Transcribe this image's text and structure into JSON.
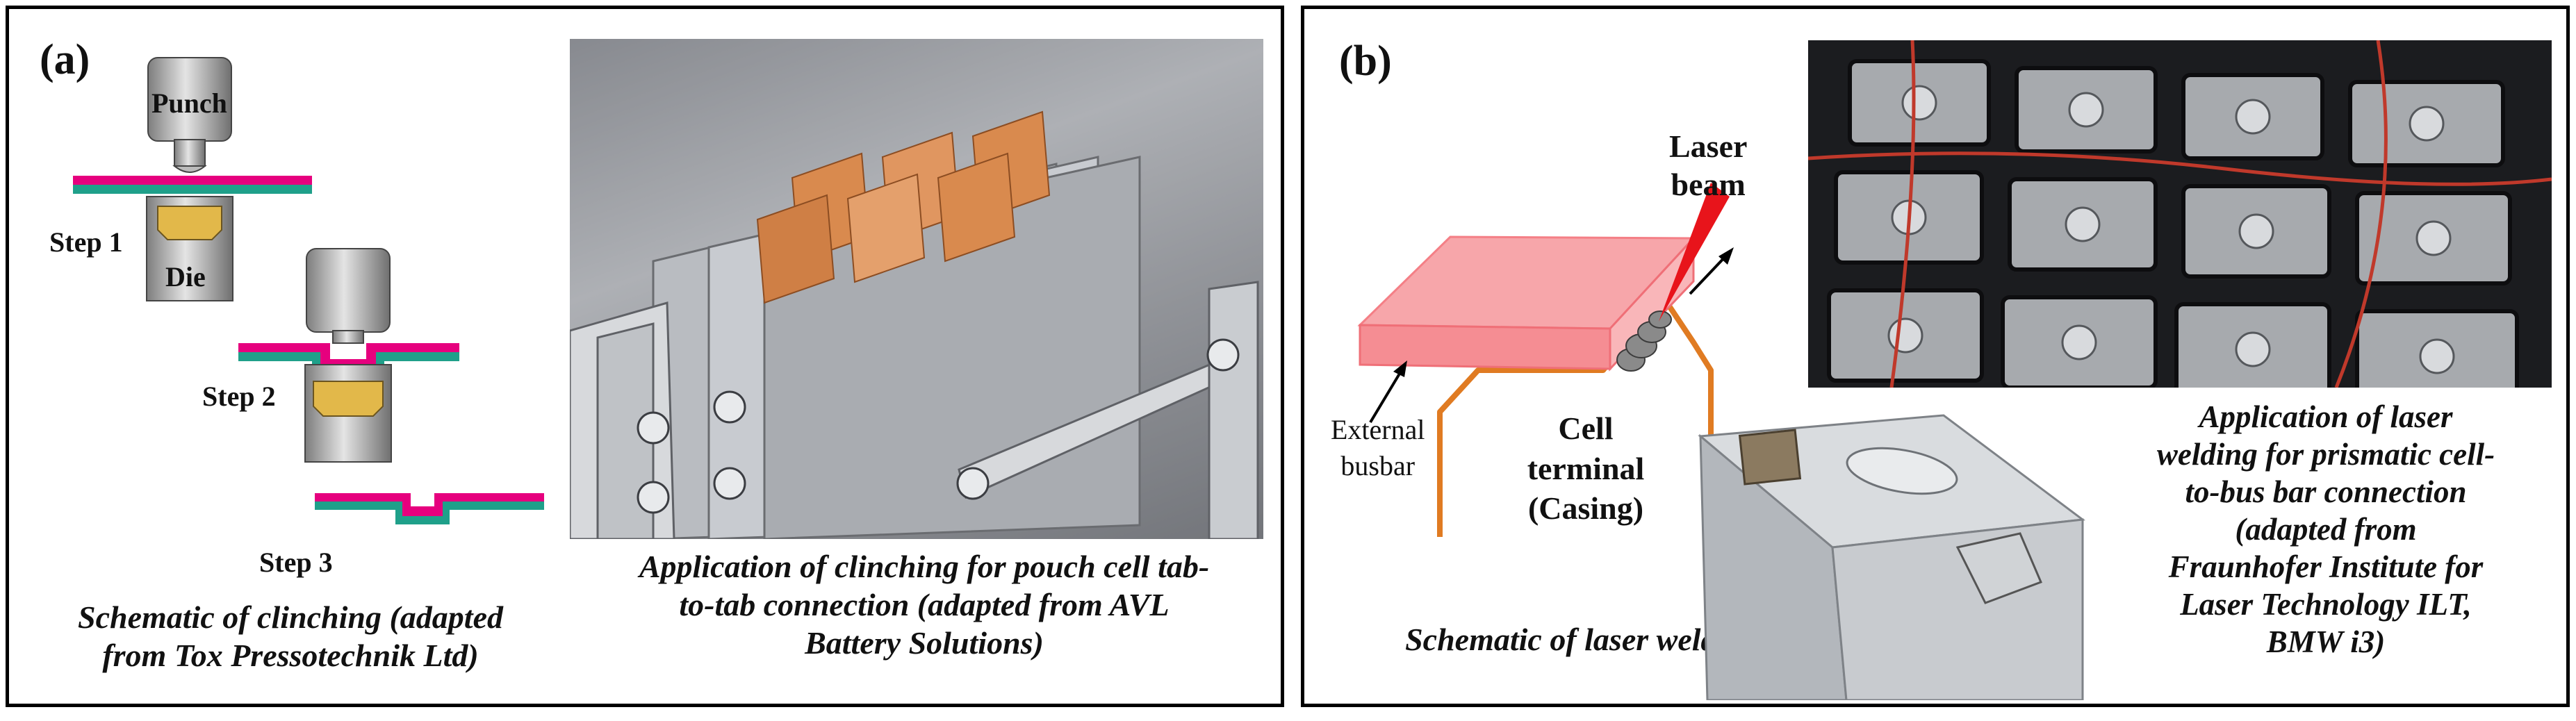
{
  "panel_a": {
    "label": "(a)",
    "labels": {
      "punch": "Punch",
      "die": "Die",
      "step1": "Step 1",
      "step2": "Step 2",
      "step3": "Step 3"
    },
    "caption_schematic": [
      "Schematic of clinching (adapted",
      "from Tox Pressotechnik Ltd)"
    ],
    "caption_photo": [
      "Application of clinching for pouch cell tab-",
      "to-tab connection (adapted from  AVL",
      "Battery Solutions)"
    ]
  },
  "panel_b": {
    "label": "(b)",
    "labels": {
      "laser": [
        "Laser",
        "beam"
      ],
      "busbar": [
        "External",
        "busbar"
      ],
      "terminal": [
        "Cell",
        "terminal",
        "(Casing)"
      ]
    },
    "caption_schematic": "Schematic of laser welding",
    "caption_photo": [
      "Application of laser",
      "welding for prismatic cell-",
      "to-bus bar connection",
      "(adapted from",
      "Fraunhofer Institute for",
      "Laser Technology ILT,",
      "BMW i3)"
    ]
  },
  "colors": {
    "magenta": "#e6007e",
    "teal": "#1fa08a",
    "gold": "#e2b84a",
    "copper": "#d98a4e",
    "laser_red": "#e8141b",
    "busbar_pink": "#f7a6aa",
    "terminal_orange": "#e07b22"
  }
}
